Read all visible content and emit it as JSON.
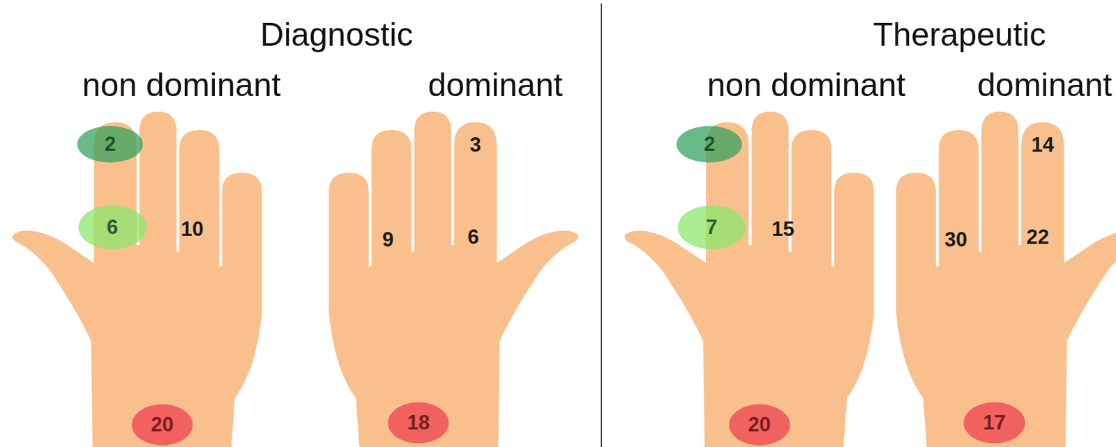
{
  "diagram": {
    "nodes": [
      {
        "text": [
          "2"
        ]
      },
      {
        "text": [
          "6"
        ]
      },
      {
        "text": [
          "20"
        ]
      },
      {
        "text": [
          "18"
        ]
      },
      {
        "text": [
          "2"
        ]
      },
      {
        "text": [
          "7"
        ]
      },
      {
        "text": [
          "20"
        ]
      },
      {
        "text": [
          "17"
        ]
      }
    ],
    "labels": [
      "Diagnostic",
      "Therapeutic",
      "non dominant",
      "dominant",
      "non dominant",
      "dominant",
      "10",
      "3",
      "9",
      "6",
      "15",
      "14",
      "30",
      "22"
    ]
  }
}
